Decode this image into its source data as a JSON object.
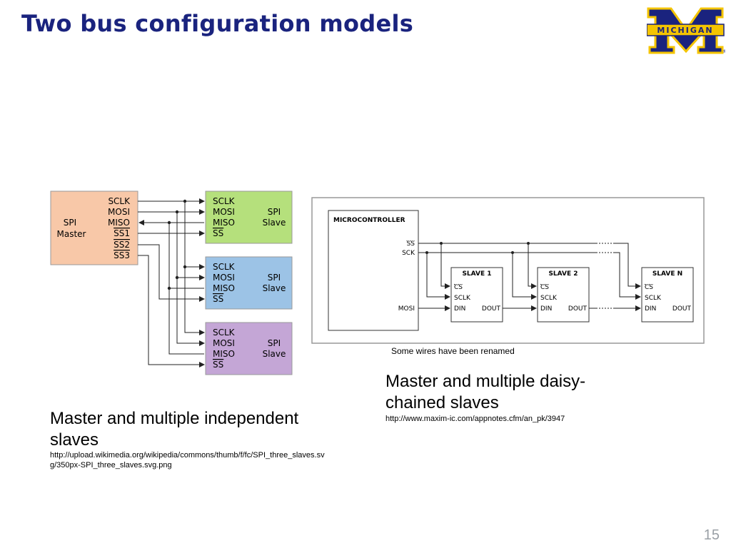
{
  "slide": {
    "title": "Two bus configuration models",
    "page_number": "15",
    "logo_text": "MICHIGAN",
    "logo_mark": "®"
  },
  "left_diagram": {
    "master": {
      "name_line1": "SPI",
      "name_line2": "Master",
      "pins": [
        "SCLK",
        "MOSI",
        "MISO",
        "SS1",
        "SS2",
        "SS3"
      ],
      "fill": "#f8c8a8"
    },
    "slaves": [
      {
        "pins": [
          "SCLK",
          "MOSI",
          "MISO",
          "SS"
        ],
        "name_line1": "SPI",
        "name_line2": "Slave",
        "fill": "#b5e07c"
      },
      {
        "pins": [
          "SCLK",
          "MOSI",
          "MISO",
          "SS"
        ],
        "name_line1": "SPI",
        "name_line2": "Slave",
        "fill": "#9cc3e6"
      },
      {
        "pins": [
          "SCLK",
          "MOSI",
          "MISO",
          "SS"
        ],
        "name_line1": "SPI",
        "name_line2": "Slave",
        "fill": "#c4a6d6"
      }
    ],
    "caption": "Master and multiple independent slaves",
    "url": "http://upload.wikimedia.org/wikipedia/commons/thumb/f/fc/SPI_three_slaves.svg/350px-SPI_three_slaves.svg.png"
  },
  "right_diagram": {
    "microcontroller": {
      "label": "MICROCONTROLLER",
      "pins": [
        "SS",
        "SCK",
        "MOSI"
      ]
    },
    "slaves": [
      {
        "label": "SLAVE 1",
        "pins": [
          "CS",
          "SCLK",
          "DIN",
          "DOUT"
        ]
      },
      {
        "label": "SLAVE 2",
        "pins": [
          "CS",
          "SCLK",
          "DIN",
          "DOUT"
        ]
      },
      {
        "label": "SLAVE N",
        "pins": [
          "CS",
          "SCLK",
          "DIN",
          "DOUT"
        ]
      }
    ],
    "note": "Some wires have been renamed",
    "caption": "Master and multiple daisy-chained slaves",
    "url": "http://www.maxim-ic.com/appnotes.cfm/an_pk/3947"
  }
}
